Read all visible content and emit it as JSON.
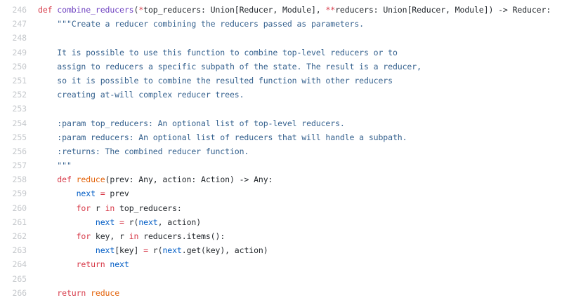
{
  "app": {
    "name": "code-viewer",
    "language": "python"
  },
  "colors": {
    "background": "#ffffff",
    "line_number": "#c5c8cc",
    "plain": "#24292e",
    "keyword": "#d73a49",
    "function_name": "#6f42c1",
    "builtin": "#005cc5",
    "builtin_function": "#e36209",
    "string": "#35618e"
  },
  "code": {
    "first_line_number": 246,
    "last_line_number": 266,
    "lines": [
      {
        "number": "246",
        "tokens": [
          {
            "text": "def ",
            "color": "keyword"
          },
          {
            "text": "combine_reducers",
            "color": "function_name"
          },
          {
            "text": "(",
            "color": "plain"
          },
          {
            "text": "*",
            "color": "keyword"
          },
          {
            "text": "top_reducers: Union[Reducer, Module], ",
            "color": "plain"
          },
          {
            "text": "**",
            "color": "keyword"
          },
          {
            "text": "reducers: Union[Reducer, Module]) -> Reducer:",
            "color": "plain"
          }
        ]
      },
      {
        "number": "247",
        "tokens": [
          {
            "text": "    \"\"\"Create a reducer combining the reducers passed as parameters.",
            "color": "string"
          }
        ]
      },
      {
        "number": "248",
        "tokens": []
      },
      {
        "number": "249",
        "tokens": [
          {
            "text": "    It is possible to use this function to combine top-level reducers or to",
            "color": "string"
          }
        ]
      },
      {
        "number": "250",
        "tokens": [
          {
            "text": "    assign to reducers a specific subpath of the state. The result is a reducer,",
            "color": "string"
          }
        ]
      },
      {
        "number": "251",
        "tokens": [
          {
            "text": "    so it is possible to combine the resulted function with other reducers",
            "color": "string"
          }
        ]
      },
      {
        "number": "252",
        "tokens": [
          {
            "text": "    creating at-will complex reducer trees.",
            "color": "string"
          }
        ]
      },
      {
        "number": "253",
        "tokens": []
      },
      {
        "number": "254",
        "tokens": [
          {
            "text": "    :param top_reducers: An optional list of top-level reducers.",
            "color": "string"
          }
        ]
      },
      {
        "number": "255",
        "tokens": [
          {
            "text": "    :param reducers: An optional list of reducers that will handle a subpath.",
            "color": "string"
          }
        ]
      },
      {
        "number": "256",
        "tokens": [
          {
            "text": "    :returns: The combined reducer function.",
            "color": "string"
          }
        ]
      },
      {
        "number": "257",
        "tokens": [
          {
            "text": "    \"\"\"",
            "color": "string"
          }
        ]
      },
      {
        "number": "258",
        "tokens": [
          {
            "text": "    ",
            "color": "plain"
          },
          {
            "text": "def ",
            "color": "keyword"
          },
          {
            "text": "reduce",
            "color": "builtin_function"
          },
          {
            "text": "(prev: Any, action: Action) -> Any:",
            "color": "plain"
          }
        ]
      },
      {
        "number": "259",
        "tokens": [
          {
            "text": "        ",
            "color": "plain"
          },
          {
            "text": "next",
            "color": "builtin"
          },
          {
            "text": " ",
            "color": "plain"
          },
          {
            "text": "=",
            "color": "keyword"
          },
          {
            "text": " prev",
            "color": "plain"
          }
        ]
      },
      {
        "number": "260",
        "tokens": [
          {
            "text": "        ",
            "color": "plain"
          },
          {
            "text": "for",
            "color": "keyword"
          },
          {
            "text": " r ",
            "color": "plain"
          },
          {
            "text": "in",
            "color": "keyword"
          },
          {
            "text": " top_reducers:",
            "color": "plain"
          }
        ]
      },
      {
        "number": "261",
        "tokens": [
          {
            "text": "            ",
            "color": "plain"
          },
          {
            "text": "next",
            "color": "builtin"
          },
          {
            "text": " ",
            "color": "plain"
          },
          {
            "text": "=",
            "color": "keyword"
          },
          {
            "text": " r(",
            "color": "plain"
          },
          {
            "text": "next",
            "color": "builtin"
          },
          {
            "text": ", action)",
            "color": "plain"
          }
        ]
      },
      {
        "number": "262",
        "tokens": [
          {
            "text": "        ",
            "color": "plain"
          },
          {
            "text": "for",
            "color": "keyword"
          },
          {
            "text": " key, r ",
            "color": "plain"
          },
          {
            "text": "in",
            "color": "keyword"
          },
          {
            "text": " reducers.items():",
            "color": "plain"
          }
        ]
      },
      {
        "number": "263",
        "tokens": [
          {
            "text": "            ",
            "color": "plain"
          },
          {
            "text": "next",
            "color": "builtin"
          },
          {
            "text": "[key] ",
            "color": "plain"
          },
          {
            "text": "=",
            "color": "keyword"
          },
          {
            "text": " r(",
            "color": "plain"
          },
          {
            "text": "next",
            "color": "builtin"
          },
          {
            "text": ".get(key), action)",
            "color": "plain"
          }
        ]
      },
      {
        "number": "264",
        "tokens": [
          {
            "text": "        ",
            "color": "plain"
          },
          {
            "text": "return",
            "color": "keyword"
          },
          {
            "text": " ",
            "color": "plain"
          },
          {
            "text": "next",
            "color": "builtin"
          }
        ]
      },
      {
        "number": "265",
        "tokens": []
      },
      {
        "number": "266",
        "tokens": [
          {
            "text": "    ",
            "color": "plain"
          },
          {
            "text": "return",
            "color": "keyword"
          },
          {
            "text": " ",
            "color": "plain"
          },
          {
            "text": "reduce",
            "color": "builtin_function"
          }
        ]
      }
    ]
  }
}
